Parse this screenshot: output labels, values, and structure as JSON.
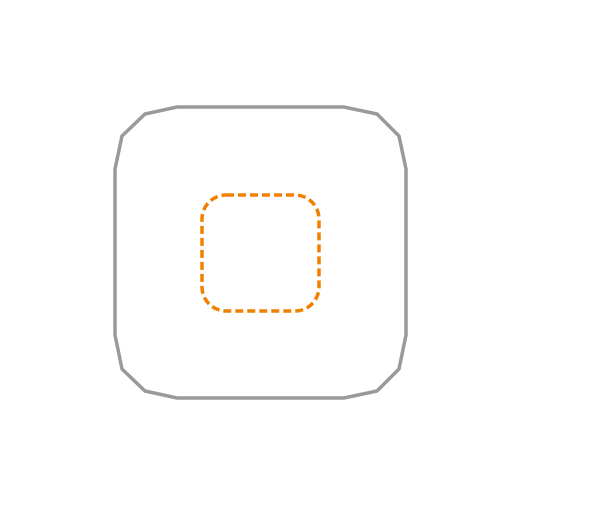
{
  "diagram": {
    "shapes": [
      {
        "name": "outer-rounded-square",
        "style": "solid",
        "color": "#9a9a9a"
      },
      {
        "name": "inner-rounded-square",
        "style": "dashed",
        "color": "#f08000"
      }
    ]
  }
}
